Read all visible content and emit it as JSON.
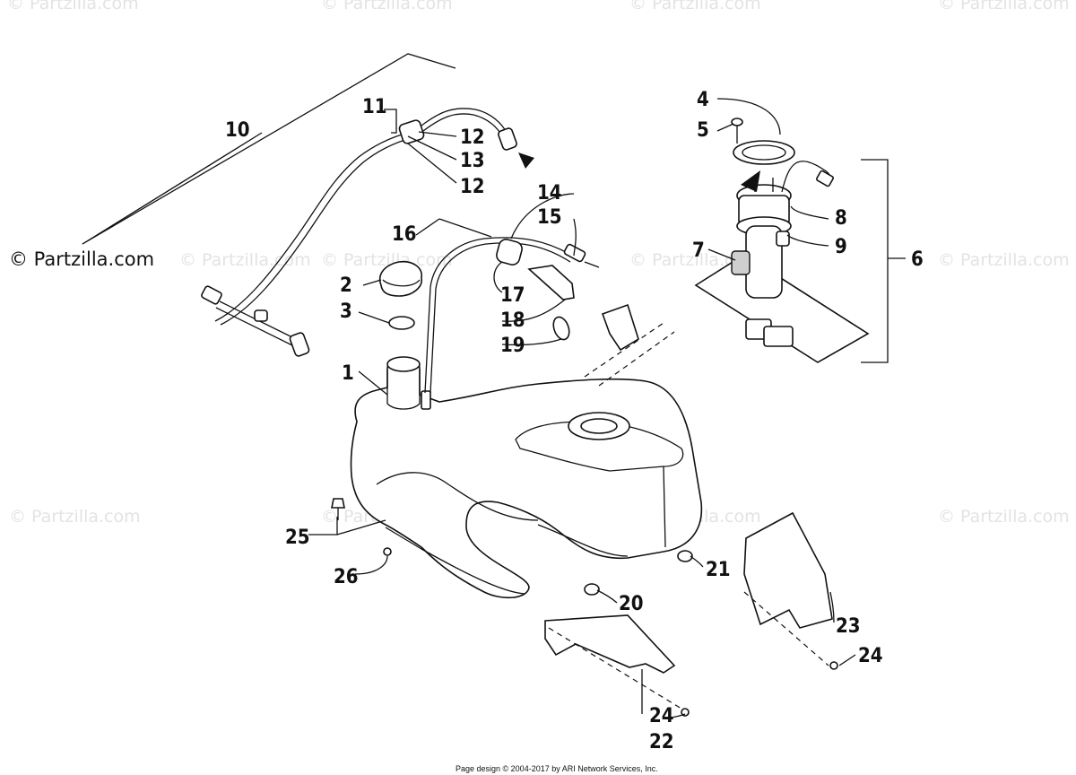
{
  "watermarks": {
    "top": [
      "© Partzilla.com",
      "© Partzilla.com",
      "© Partzilla.com",
      "© Partzilla.com"
    ],
    "middle": [
      "© Partzilla.com",
      "© Partzilla.com",
      "© Partzilla.com",
      "© Partzilla.com"
    ],
    "lower": [
      "© Partzilla.com",
      "© Partzilla.com",
      "© Partzilla.com",
      "© Partzilla.com"
    ],
    "dark": "© Partzilla.com"
  },
  "callouts": {
    "p1": "1",
    "p2": "2",
    "p3": "3",
    "p4": "4",
    "p5": "5",
    "p6": "6",
    "p7": "7",
    "p8": "8",
    "p9": "9",
    "p10": "10",
    "p11": "11",
    "p12a": "12",
    "p13": "13",
    "p12b": "12",
    "p14": "14",
    "p15": "15",
    "p16": "16",
    "p17": "17",
    "p18": "18",
    "p19": "19",
    "p20": "20",
    "p21": "21",
    "p22": "22",
    "p23": "23",
    "p24a": "24",
    "p24b": "24",
    "p25": "25",
    "p26": "26"
  },
  "footer": "Page design © 2004-2017 by ARI Network Services, Inc."
}
